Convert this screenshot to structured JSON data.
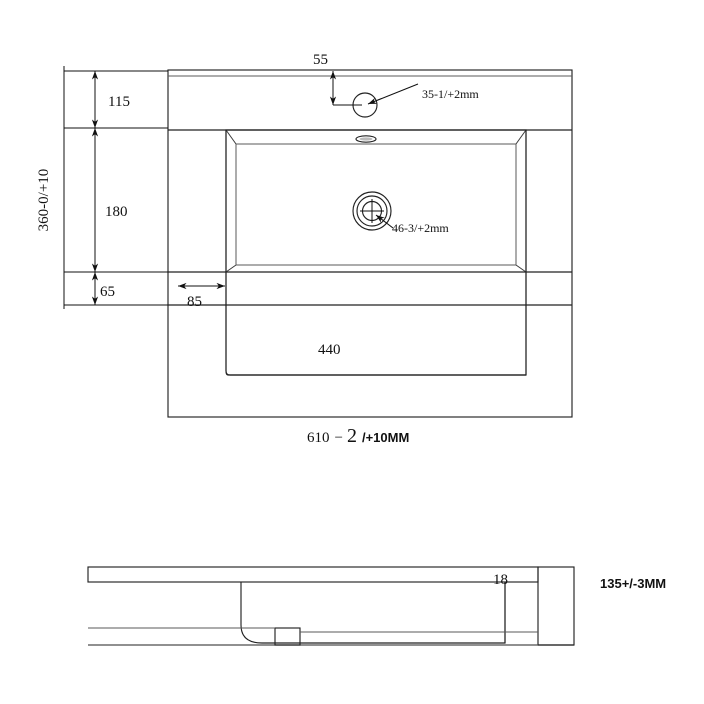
{
  "document": {
    "type": "engineering-drawing",
    "subject": "bathroom-basin-vanity-top",
    "views": [
      "top-view",
      "side-section-view"
    ],
    "units": "mm",
    "line_color": "#222222",
    "text_color": "#111111",
    "background_color": "#ffffff"
  },
  "top_view": {
    "name": "top-view",
    "dimensions": {
      "overall_depth_label": "360-0/+10",
      "overall_width_label": "610-2/+10MM",
      "overall_width_value": "610",
      "overall_width_tolerance_minus": "2",
      "overall_width_tolerance_plus": "/+10MM",
      "back_ledge_depth": "115",
      "bowl_depth": "180",
      "front_ledge_depth": "65",
      "left_ledge_width": "85",
      "bowl_width": "440",
      "tap_hole_offset": "55"
    },
    "callouts": [
      {
        "id": "tap-hole",
        "label": "35-1/+2mm",
        "nominal": "35",
        "tolerance": "-1/+2mm"
      },
      {
        "id": "drain-hole",
        "label": "46-3/+2mm",
        "nominal": "46",
        "tolerance": "-3/+2mm"
      }
    ],
    "features": [
      {
        "id": "tap-hole-circle",
        "shape": "circle"
      },
      {
        "id": "overflow-slot",
        "shape": "ellipse"
      },
      {
        "id": "drain-assembly",
        "shape": "concentric-circles-with-crosshair"
      }
    ]
  },
  "section_view": {
    "name": "side-section-view",
    "dimensions": {
      "top_slab_thickness": "18",
      "overall_height_label": "135+/-3MM",
      "overall_height_value": "135",
      "overall_height_tolerance": "+/-3MM"
    }
  }
}
